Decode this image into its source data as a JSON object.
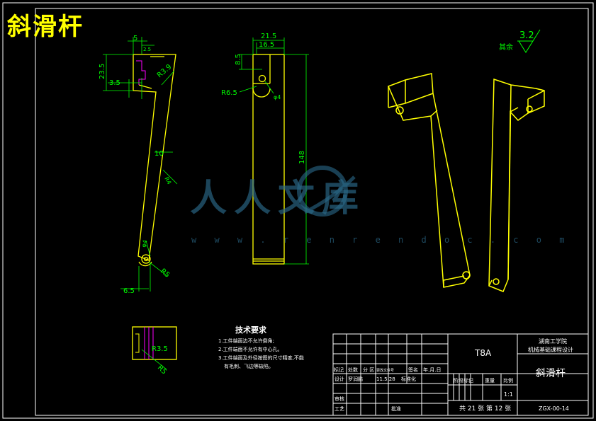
{
  "drawing": {
    "title": "斜滑杆",
    "background": "#000000",
    "line_color": "#ffff00",
    "dim_color": "#00ff00",
    "detail_color": "#ff00ff",
    "frame_color": "#ffffff"
  },
  "dimensions": {
    "front_view": [
      "5",
      "2.5",
      "3.5",
      "23.5",
      "R3.9",
      "10",
      "R4",
      "R5",
      "φ4",
      "6.5"
    ],
    "side_view": [
      "21.5",
      "16.5",
      "8.5",
      "R6.5",
      "φ4",
      "148"
    ],
    "detail": [
      "R3.5",
      "R5"
    ]
  },
  "surface_finish": {
    "label": "其余",
    "value": "3.2"
  },
  "tech_requirements": {
    "heading": "技术要求",
    "items": [
      "1.工件端面边不允许倒角;",
      "2.工件端面不允许有中心孔。",
      "3.工件端面及外径按图的尺寸精度,不能",
      "有毛刺、飞边等缺陷。"
    ]
  },
  "title_block": {
    "material": "T8A",
    "school_line1": "湖南工学院",
    "school_line2": "机械基础课程设计",
    "part_name": "斜滑杆",
    "drawing_no": "ZGX-00-14",
    "scale": "1:1",
    "sheet_info": "共 21 张 第 12 张",
    "headers": [
      "标记",
      "处数",
      "分 区",
      "更改文件号",
      "签名",
      "年.月.日"
    ],
    "design_row": [
      "设计",
      "罗润鹏",
      "11.5.28",
      "标准化"
    ],
    "stage_headers": [
      "阶段标记",
      "重量",
      "比例"
    ],
    "review": "审核",
    "process": "工艺",
    "approve": "批准"
  },
  "watermark": {
    "text": "人人文库",
    "url": "w w w . r e n r e n d o c . c o m"
  }
}
